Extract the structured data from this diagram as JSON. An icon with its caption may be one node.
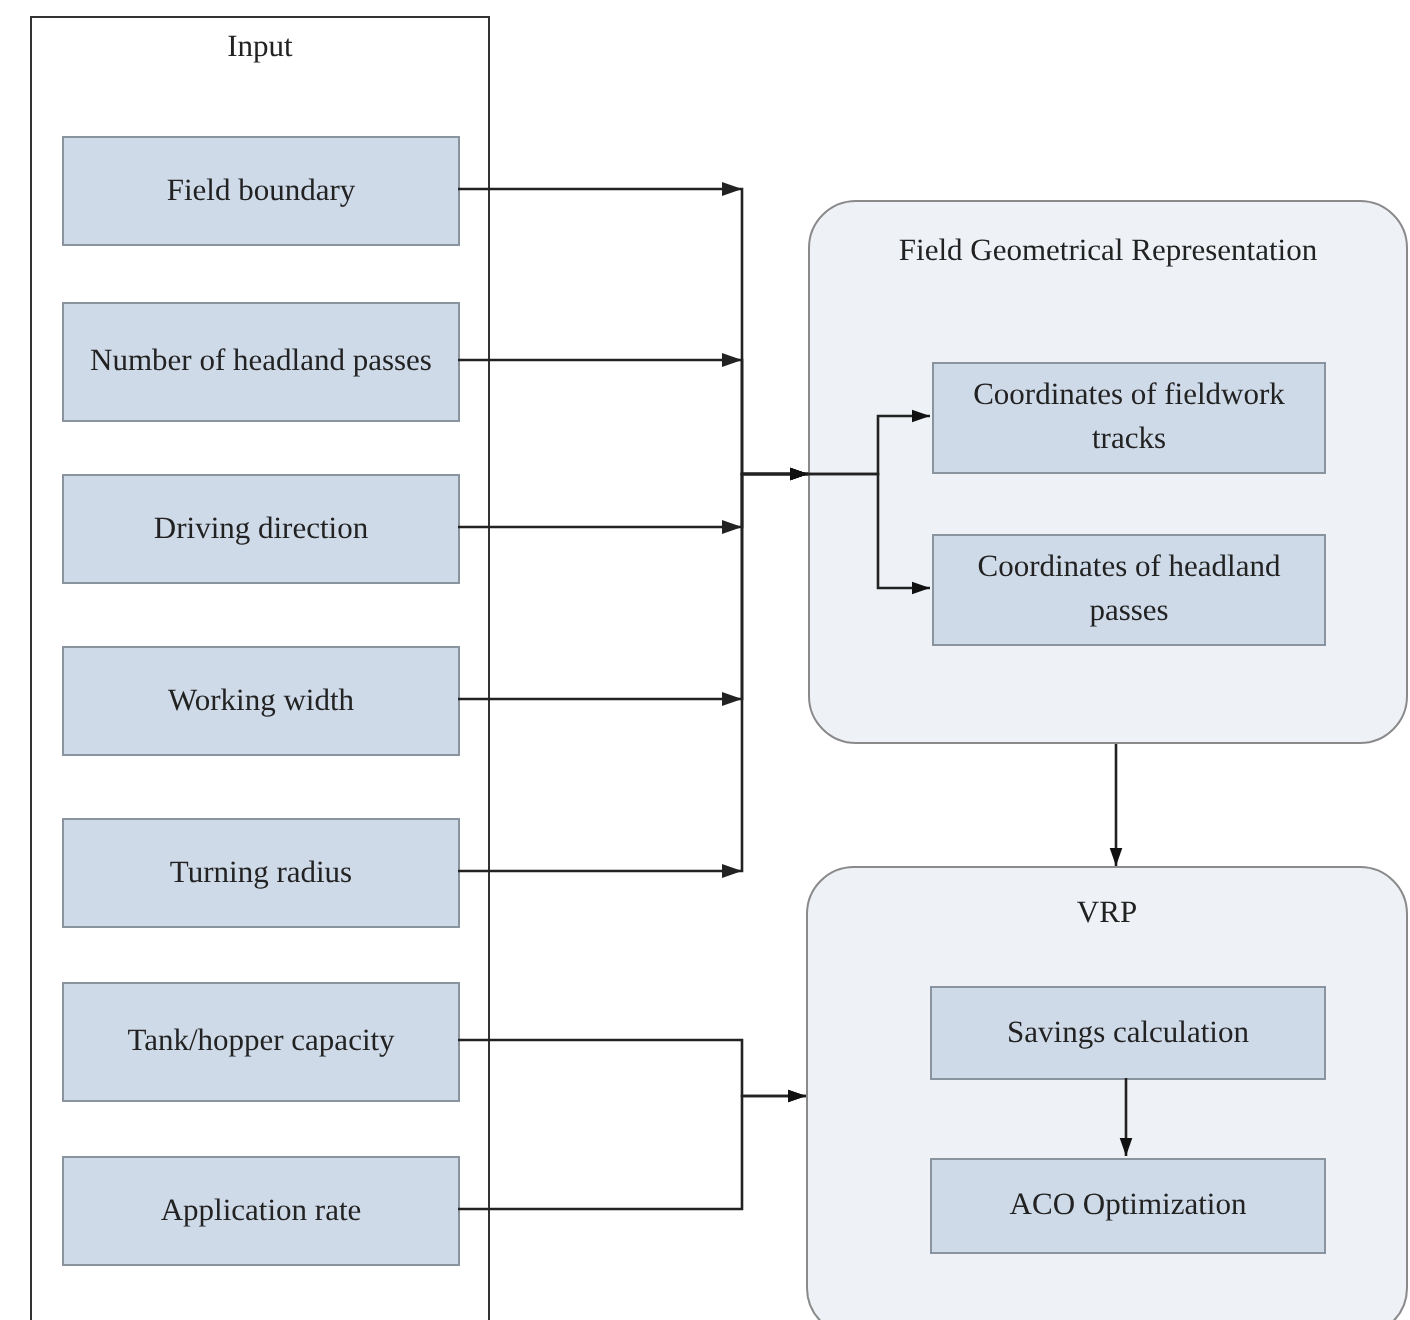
{
  "diagram": {
    "nodes": [
      {
        "text": [
          "Input"
        ]
      },
      {
        "text": [
          "Field boundary"
        ],
        "in": 0
      },
      {
        "text": [
          "Number of headland passes"
        ],
        "in": 0
      },
      {
        "text": [
          "Driving direction"
        ],
        "in": 0
      },
      {
        "text": [
          "Working width"
        ],
        "in": 0
      },
      {
        "text": [
          "Turning radius"
        ],
        "in": 0
      },
      {
        "text": [
          "Tank/hopper capacity"
        ],
        "in": 0
      },
      {
        "text": [
          "Application rate"
        ],
        "in": 0
      },
      {
        "text": [
          "Field Geometrical Representation"
        ]
      },
      {
        "text": [
          "Coordinates of fieldwork tracks"
        ],
        "in": 8
      },
      {
        "text": [
          "Coordinates of headland passes"
        ],
        "in": 8
      },
      {
        "text": [
          "VRP"
        ]
      },
      {
        "text": [
          "Savings calculation"
        ],
        "in": 11
      },
      {
        "text": [
          "ACO Optimization"
        ],
        "in": 11
      }
    ],
    "edges": [
      {
        "from": 1,
        "to": 8,
        "arrow": "to"
      },
      {
        "from": 2,
        "to": 8,
        "arrow": "to"
      },
      {
        "from": 3,
        "to": 8,
        "arrow": "to"
      },
      {
        "from": 4,
        "to": 8,
        "arrow": "to"
      },
      {
        "from": 5,
        "to": 8,
        "arrow": "to"
      },
      {
        "from": 8,
        "to": 9,
        "arrow": "to"
      },
      {
        "from": 8,
        "to": 10,
        "arrow": "to"
      },
      {
        "from": 8,
        "to": 11,
        "arrow": "to"
      },
      {
        "from": 6,
        "to": 11,
        "arrow": "to"
      },
      {
        "from": 7,
        "to": 11,
        "arrow": "to"
      },
      {
        "from": 12,
        "to": 13,
        "arrow": "to"
      }
    ]
  }
}
